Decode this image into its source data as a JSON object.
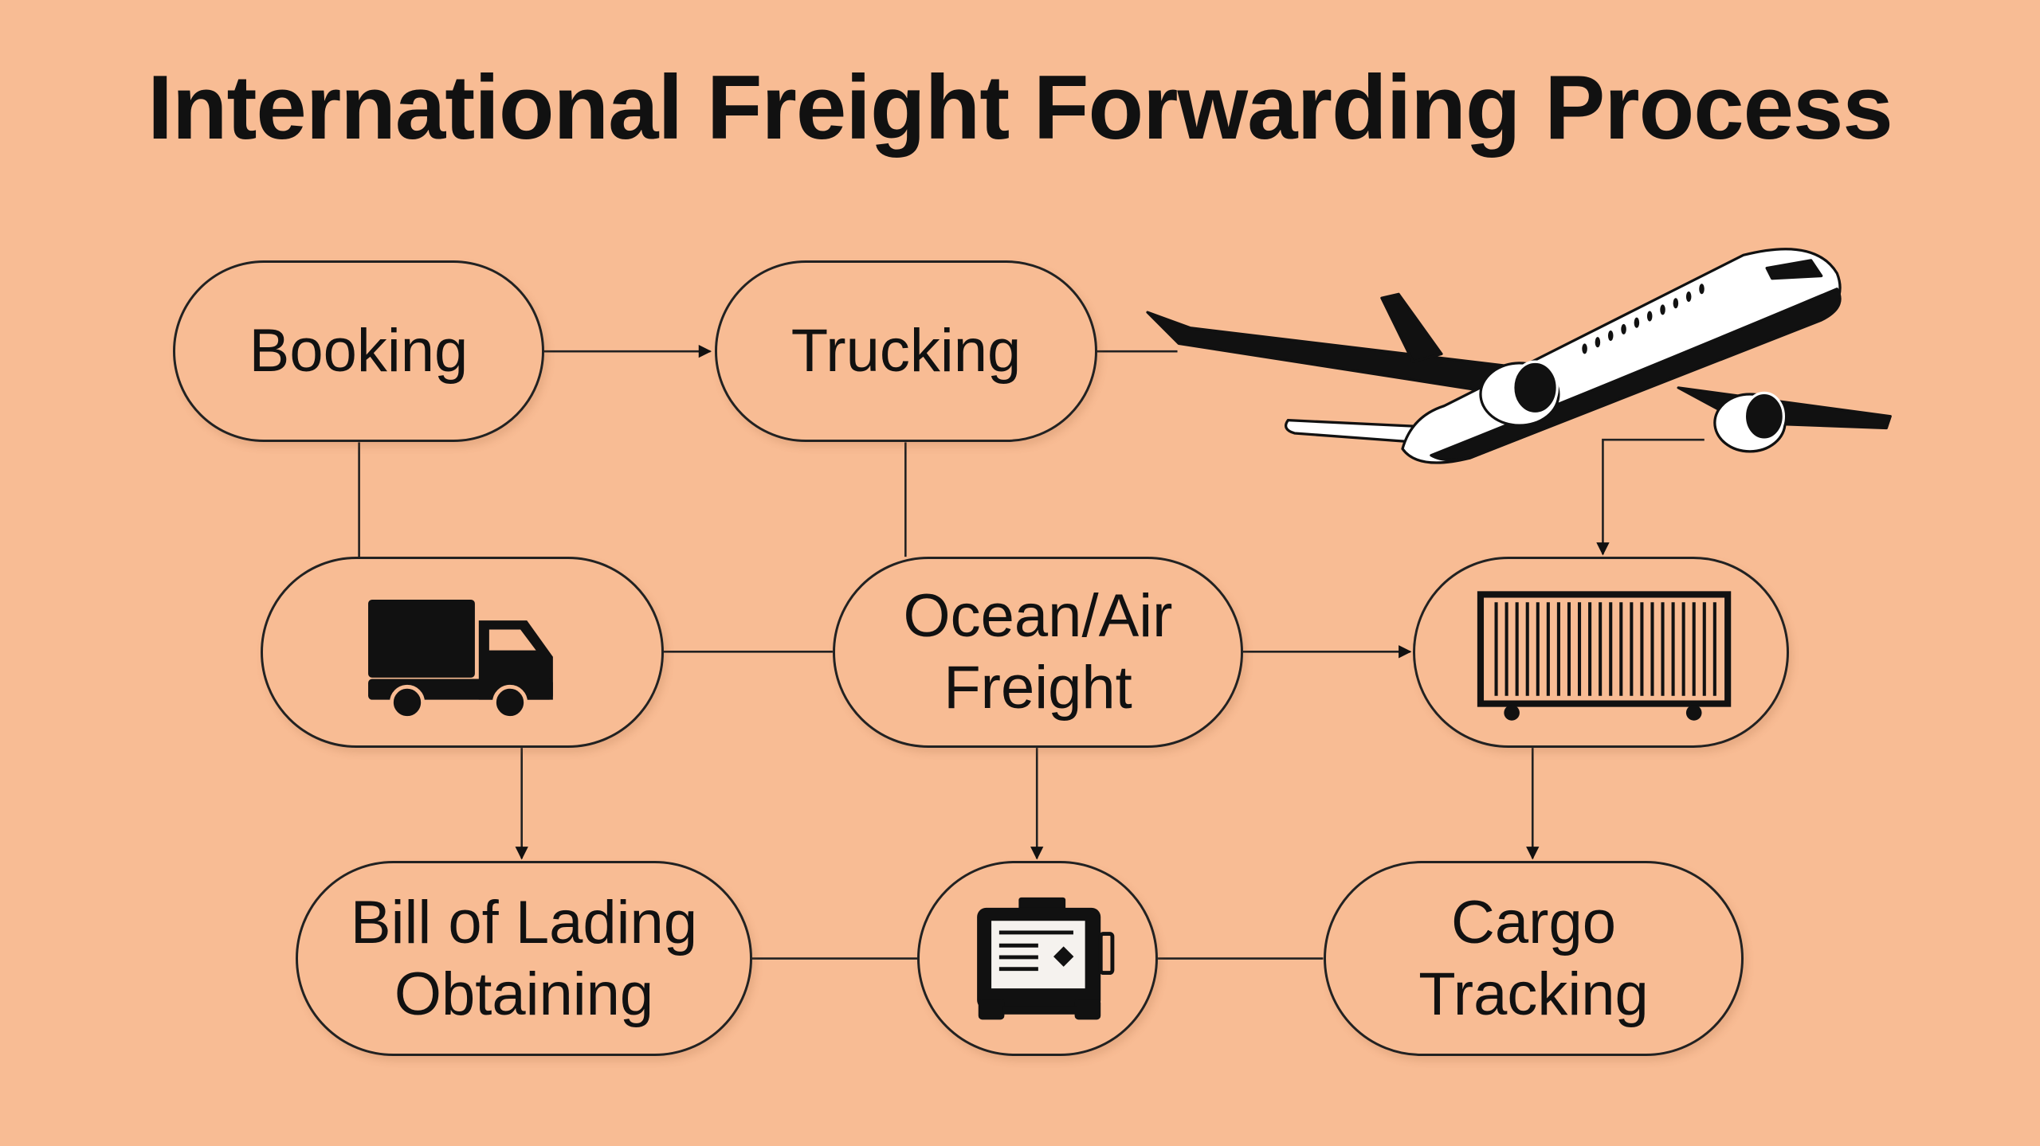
{
  "title": "International Freight Forwarding Process",
  "nodes": {
    "booking": "Booking",
    "trucking": "Trucking",
    "ocean_air_line1": "Ocean/Air",
    "ocean_air_line2": "Freight",
    "bill_line1": "Bill of Lading",
    "bill_line2": "Obtaining",
    "cargo_line1": "Cargo",
    "cargo_line2": "Tracking"
  },
  "icons": [
    "airplane-icon",
    "truck-icon",
    "container-icon",
    "document-printer-icon"
  ],
  "colors": {
    "background": "#f8bc94",
    "ink": "#111111"
  }
}
